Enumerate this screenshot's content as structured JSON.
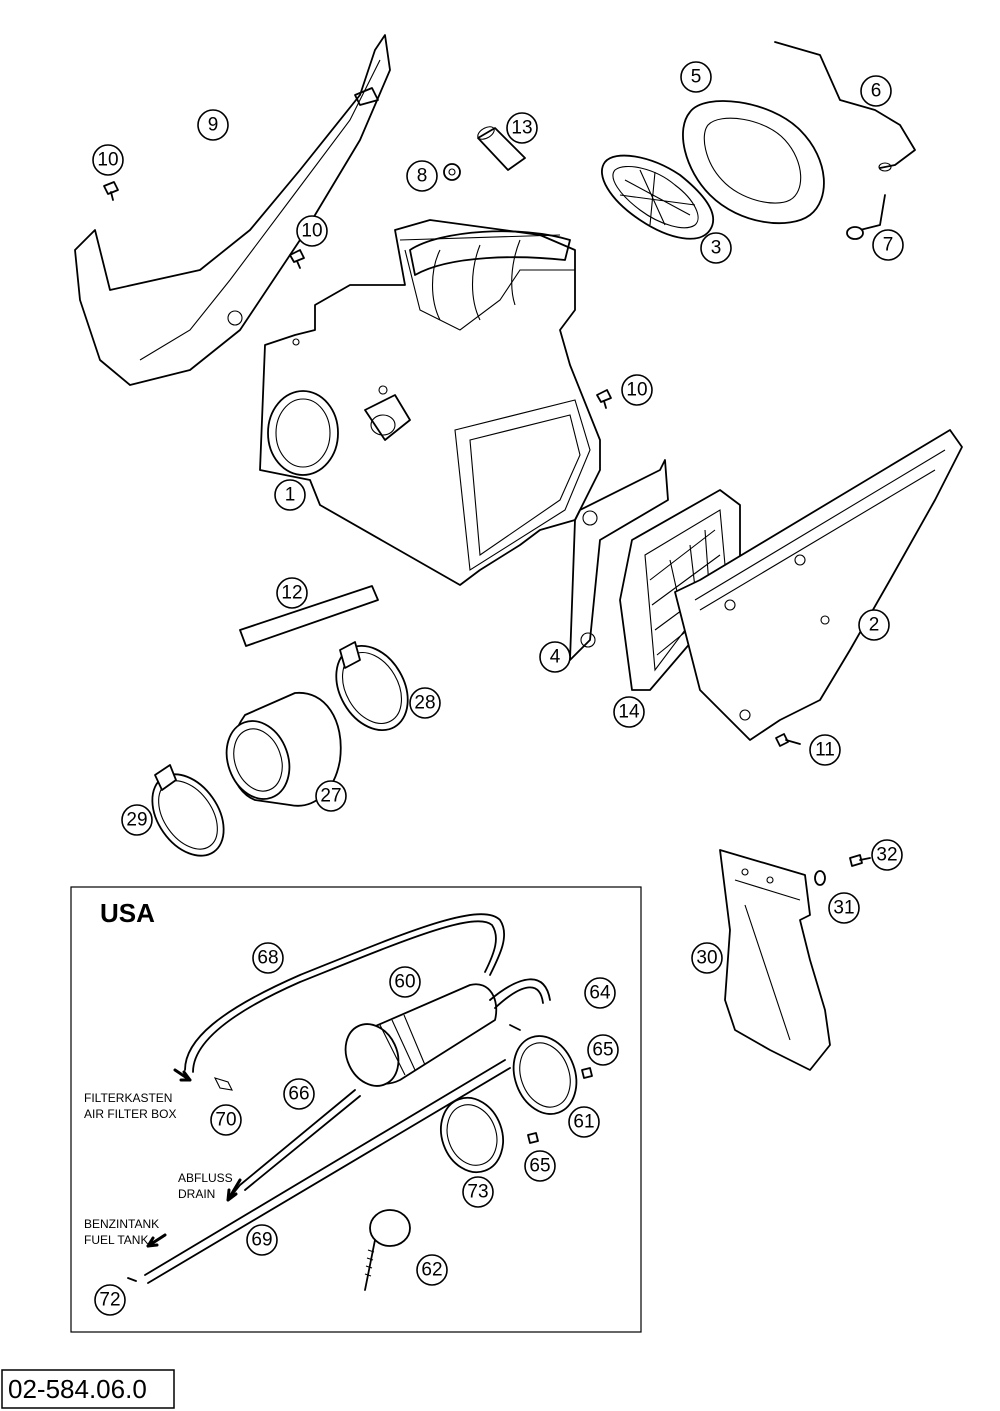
{
  "drawing_number": "02-584.06.0",
  "usa_section": {
    "title": "USA",
    "labels": {
      "filter_box_de": "FILTERKASTEN",
      "filter_box_en": "AIR FILTER BOX",
      "drain_de": "ABFLUSS",
      "drain_en": "DRAIN",
      "fuel_tank_de": "BENZINTANK",
      "fuel_tank_en": "FUEL TANK"
    }
  },
  "callouts": {
    "c1": "1",
    "c2": "2",
    "c3": "3",
    "c4": "4",
    "c5": "5",
    "c6": "6",
    "c7": "7",
    "c8": "8",
    "c9": "9",
    "c10a": "10",
    "c10b": "10",
    "c10c": "10",
    "c11": "11",
    "c12": "12",
    "c13": "13",
    "c14": "14",
    "c27": "27",
    "c28": "28",
    "c29": "29",
    "c30": "30",
    "c31": "31",
    "c32": "32",
    "c60": "60",
    "c61": "61",
    "c62": "62",
    "c64": "64",
    "c65a": "65",
    "c65b": "65",
    "c66": "66",
    "c68": "68",
    "c69": "69",
    "c70": "70",
    "c72": "72",
    "c73": "73"
  }
}
